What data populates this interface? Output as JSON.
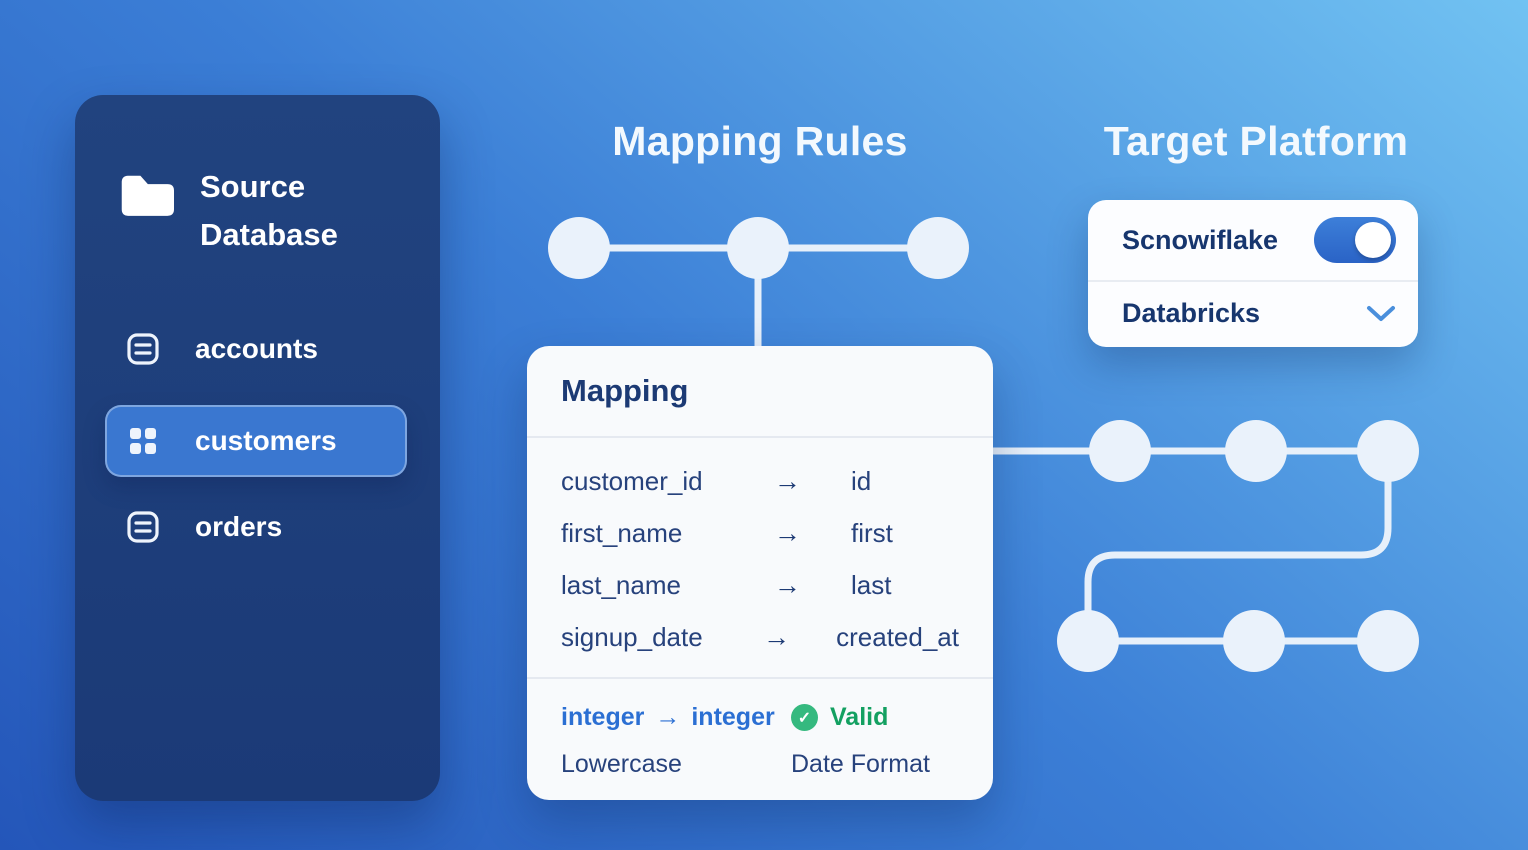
{
  "colors": {
    "background_from": "#2456b9",
    "background_to": "#71c2f2",
    "sidebar_navy": "#1e3c7b",
    "selected_item_blue": "#3a77d0",
    "accent_blue": "#2e6ecf",
    "link_blue_text": "#2b6fd3",
    "valid_green": "#13a061",
    "node_fill": "#eaf2fb",
    "connector_stroke": "#e7f0fa",
    "card_bg": "#f8fafc",
    "navy_text": "#1c3a74"
  },
  "sidebar": {
    "title": "Source Database",
    "items": [
      {
        "label": "accounts",
        "selected": false
      },
      {
        "label": "customers",
        "selected": true
      },
      {
        "label": "orders",
        "selected": false
      }
    ]
  },
  "mapping": {
    "section_title": "Mapping Rules",
    "card_title": "Mapping",
    "arrow": "→",
    "rows": [
      {
        "source": "customer_id",
        "target": "id"
      },
      {
        "source": "first_name",
        "target": "first"
      },
      {
        "source": "last_name",
        "target": "last"
      },
      {
        "source": "signup_date",
        "target": "created_at"
      }
    ],
    "footer": {
      "type_from": "integer",
      "type_to": "integer",
      "check": "✓",
      "status": "Valid",
      "transform_left": "Lowercase",
      "transform_right": "Date Format"
    }
  },
  "target": {
    "section_title": "Target Platform",
    "options": [
      {
        "label": "Scnowiflake",
        "control": "toggle-on"
      },
      {
        "label": "Databricks",
        "control": "chevron-down"
      }
    ]
  }
}
